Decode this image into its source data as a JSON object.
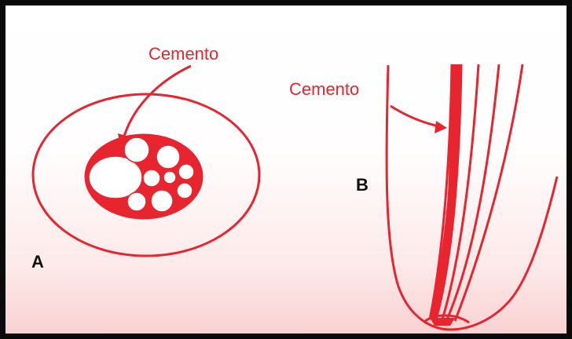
{
  "colors": {
    "line": "#e8252f",
    "fill": "#e8252f",
    "frame": "#0a0a0a",
    "background": "#fdf3f3"
  },
  "figure_a": {
    "label": "Cemento",
    "panel": "A"
  },
  "figure_b": {
    "label": "Cemento",
    "panel": "B"
  }
}
